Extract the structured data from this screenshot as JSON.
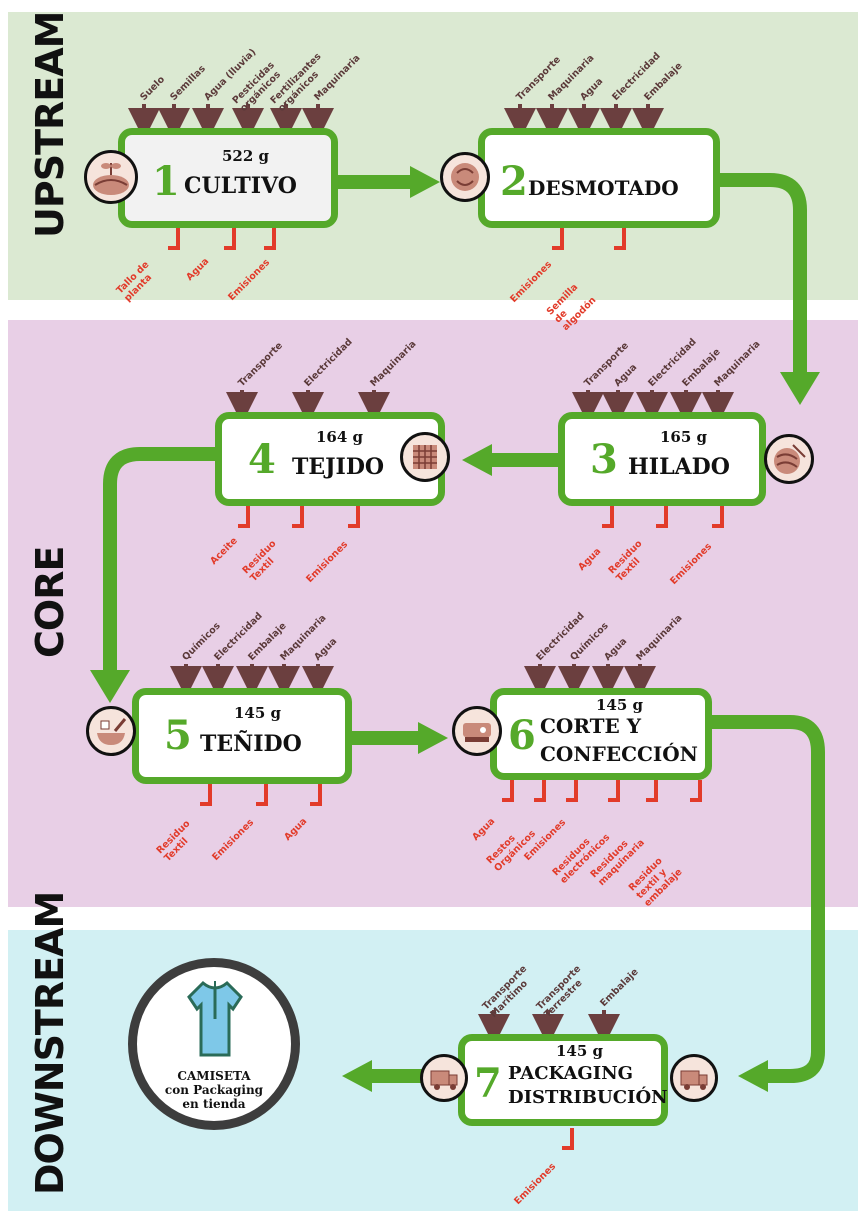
{
  "bands": {
    "upstream": "UPSTREAM",
    "core": "CORE",
    "downstream": "DOWNSTREAM"
  },
  "stages": [
    {
      "num": "1",
      "name": "CULTIVO",
      "mass": "522 g",
      "inputs": [
        "Suelo",
        "Semillas",
        "Agua (lluvia)",
        "Pesticidas orgánicos",
        "Fertilizantes orgánicos",
        "Maquinaria"
      ],
      "outputs": [
        "Tallo de planta",
        "Agua",
        "Emisiones"
      ],
      "icon": "farm-field-icon"
    },
    {
      "num": "2",
      "name": "DESMOTADO",
      "mass": "",
      "inputs": [
        "Transporte",
        "Maquinaria",
        "Agua",
        "Electricidad",
        "Embalaje"
      ],
      "outputs": [
        "Emisiones",
        "Semilla de algodón"
      ],
      "icon": "cotton-boll-icon"
    },
    {
      "num": "3",
      "name": "HILADO",
      "mass": "165 g",
      "inputs": [
        "Transporte",
        "Agua",
        "Electricidad",
        "Embalaje",
        "Maquinaria"
      ],
      "outputs": [
        "Agua",
        "Residuo Textil",
        "Emisiones"
      ],
      "icon": "yarn-ball-icon"
    },
    {
      "num": "4",
      "name": "TEJIDO",
      "mass": "164 g",
      "inputs": [
        "Transporte",
        "Electricidad",
        "Maquinaria"
      ],
      "outputs": [
        "Aceite",
        "Residuo Textil",
        "Emisiones"
      ],
      "icon": "woven-fabric-icon"
    },
    {
      "num": "5",
      "name": "TEÑIDO",
      "mass": "145 g",
      "inputs": [
        "Químicos",
        "Electricidad",
        "Embalaje",
        "Maquinaria",
        "Agua"
      ],
      "outputs": [
        "Residuo Textil",
        "Emisiones",
        "Agua"
      ],
      "icon": "dye-bowl-icon"
    },
    {
      "num": "6",
      "name_line1": "CORTE  Y",
      "name_line2": "CONFECCIÓN",
      "mass": "145 g",
      "inputs": [
        "Electricidad",
        "Químicos",
        "Agua",
        "Maquinaria"
      ],
      "outputs": [
        "Agua",
        "Restos Orgánicos",
        "Emisiones",
        "Residuos electrónicos",
        "Residuos maquinaria",
        "Residuo textil y embalaje"
      ],
      "icon": "sewing-machine-icon"
    },
    {
      "num": "7",
      "name_line1": "PACKAGING",
      "name_line2": "DISTRIBUCIÓN",
      "mass": "145 g",
      "inputs": [
        "Transporte Marítimo",
        "Transporte Terrestre",
        "Embalaje"
      ],
      "outputs": [
        "Emisiones"
      ],
      "icon": "delivery-truck-icon"
    }
  ],
  "final": {
    "line1": "CAMISETA",
    "line2": "con Packaging",
    "line3": "en tienda",
    "icon": "tshirt-icon"
  },
  "colors": {
    "flow": "#55a92a",
    "input_arrow": "#6b3f3f",
    "output_arrow": "#e23b2a"
  }
}
